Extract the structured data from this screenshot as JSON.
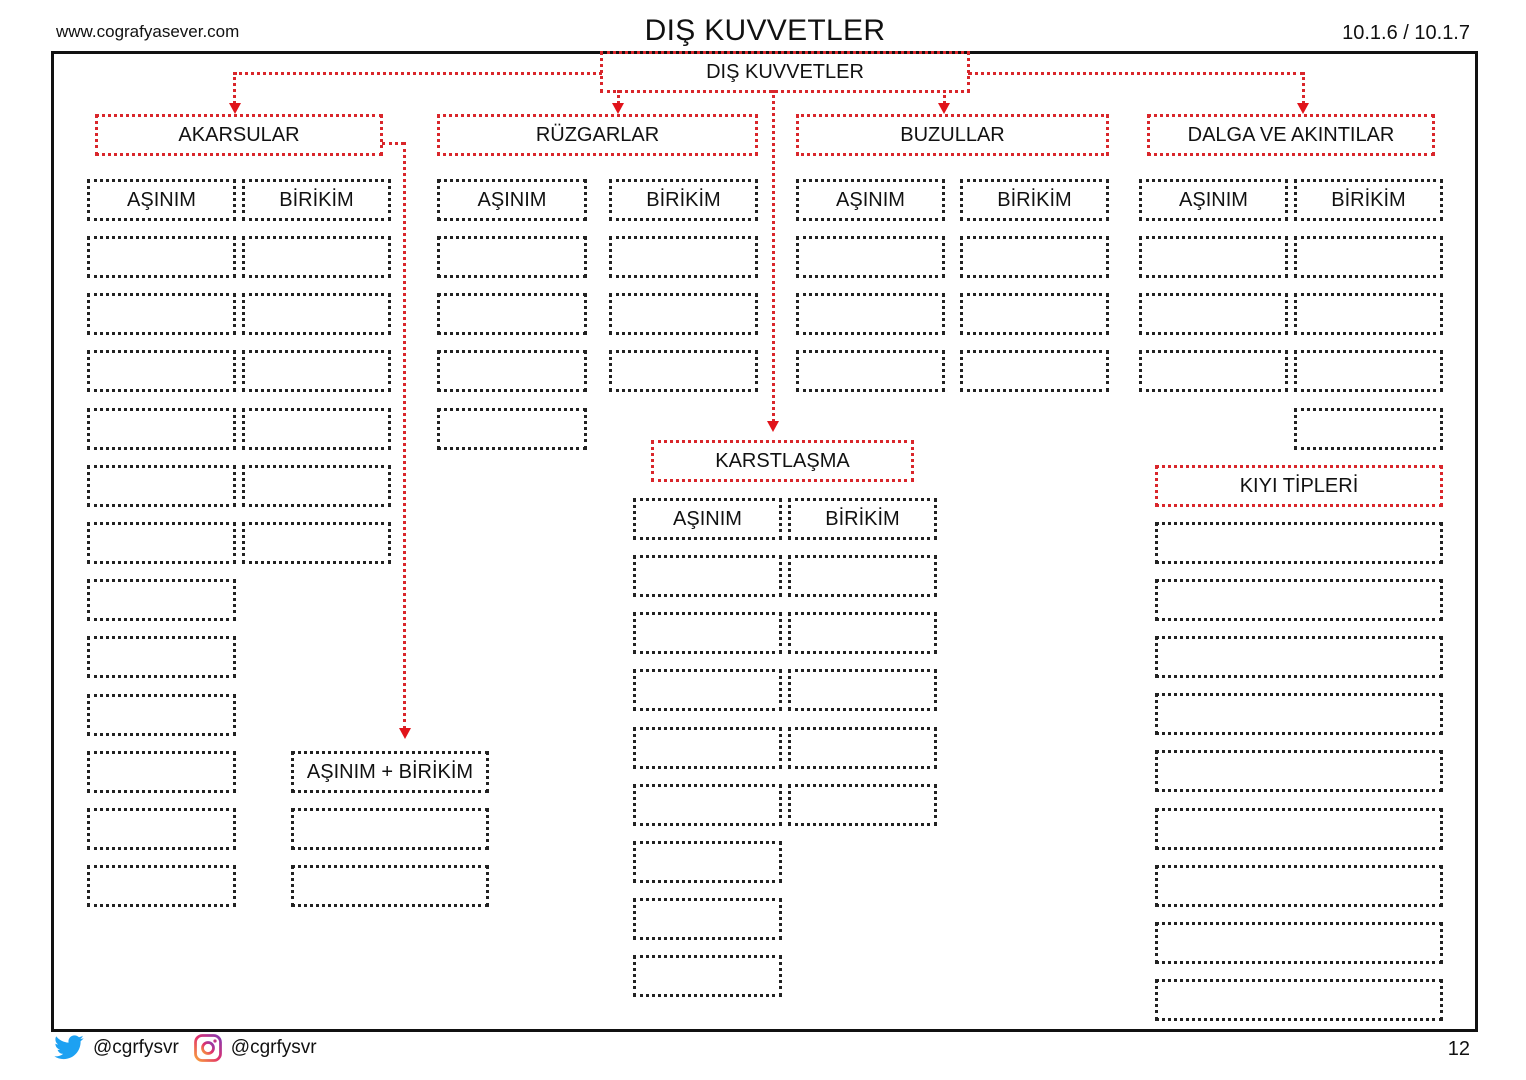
{
  "header": {
    "website": "www.cografyasever.com",
    "title": "DIŞ KUVVETLER",
    "curriculum_code": "10.1.6 / 10.1.7"
  },
  "diagram": {
    "root": "DIŞ KUVVETLER",
    "colors": {
      "category_border": "#d9262b",
      "arrow": "#e1131a",
      "slot_border": "#222222",
      "frame": "#111111"
    },
    "categories": [
      {
        "label": "AKARSULAR",
        "columns": [
          "AŞINIM",
          "BİRİKİM"
        ],
        "asinim_blank_count": 12,
        "birikim_blank_count": 6
      },
      {
        "label": "RÜZGARLAR",
        "columns": [
          "AŞINIM",
          "BİRİKİM"
        ],
        "asinim_blank_count": 4,
        "birikim_blank_count": 3
      },
      {
        "label": "BUZULLAR",
        "columns": [
          "AŞINIM",
          "BİRİKİM"
        ],
        "asinim_blank_count": 3,
        "birikim_blank_count": 3
      },
      {
        "label": "DALGA VE AKINTILAR",
        "columns": [
          "AŞINIM",
          "BİRİKİM"
        ],
        "asinim_blank_count": 3,
        "birikim_blank_count": 4
      },
      {
        "label": "KARSTLAŞMA",
        "columns": [
          "AŞINIM",
          "BİRİKİM"
        ],
        "asinim_blank_count": 8,
        "birikim_blank_count": 5
      }
    ],
    "akarsular_combined": {
      "label": "AŞINIM + BİRİKİM",
      "blank_count": 2
    },
    "kiyi_tipleri": {
      "label": "KIYI TİPLERİ",
      "blank_count": 9
    }
  },
  "footer": {
    "twitter_handle": "@cgrfysvr",
    "instagram_handle": "@cgrfysvr",
    "page_number": "12"
  }
}
